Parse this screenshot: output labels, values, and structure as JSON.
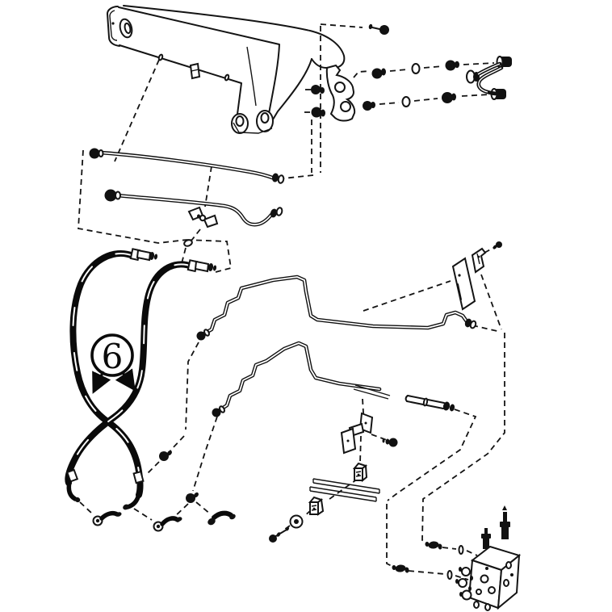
{
  "diagram": {
    "kind": "exploded-parts-diagram",
    "subject": "loader-hydraulic-hose-and-tube-assembly",
    "background_color": "#ffffff",
    "ink_color": "#141414",
    "callout": {
      "label": "6",
      "shape": "circle-with-two-arrows",
      "targets": [
        "hydraulic-hose-left",
        "hydraulic-hose-right"
      ]
    },
    "parts": [
      {
        "id": "loader-arm",
        "name": "loader lift arm"
      },
      {
        "id": "mount-bracket",
        "name": "fitting mount bracket"
      },
      {
        "id": "bracket-bolts",
        "name": "bracket bolts"
      },
      {
        "id": "top-bolt",
        "name": "bolt"
      },
      {
        "id": "fitting-row-upper",
        "name": "bolt, o-ring, connector, elbow fitting"
      },
      {
        "id": "fitting-row-lower",
        "name": "bolt, o-ring, connector, elbow fitting"
      },
      {
        "id": "jumper-hose",
        "name": "jumper hose"
      },
      {
        "id": "steel-tube-upper",
        "name": "steel tube line"
      },
      {
        "id": "steel-tube-lower",
        "name": "steel tube line"
      },
      {
        "id": "butterfly-clamp",
        "name": "clamp clip"
      },
      {
        "id": "hydraulic-hose-left",
        "name": "hydraulic hose"
      },
      {
        "id": "hydraulic-hose-right",
        "name": "hydraulic hose"
      },
      {
        "id": "banjo-fittings",
        "name": "elbow banjo fittings"
      },
      {
        "id": "zigzag-tube-upper",
        "name": "formed tube line"
      },
      {
        "id": "zigzag-tube-lower",
        "name": "formed tube line"
      },
      {
        "id": "strap-bracket",
        "name": "strap bracket"
      },
      {
        "id": "angle-clamp",
        "name": "angle clamp"
      },
      {
        "id": "z-bracket",
        "name": "support bracket"
      },
      {
        "id": "clamp-blocks",
        "name": "clamp blocks"
      },
      {
        "id": "tie-rods",
        "name": "tie rods"
      },
      {
        "id": "washer",
        "name": "washer"
      },
      {
        "id": "bolts-small",
        "name": "bolts"
      },
      {
        "id": "inline-fittings",
        "name": "inline fittings and seals"
      },
      {
        "id": "control-valve",
        "name": "hydraulic control valve"
      }
    ]
  }
}
